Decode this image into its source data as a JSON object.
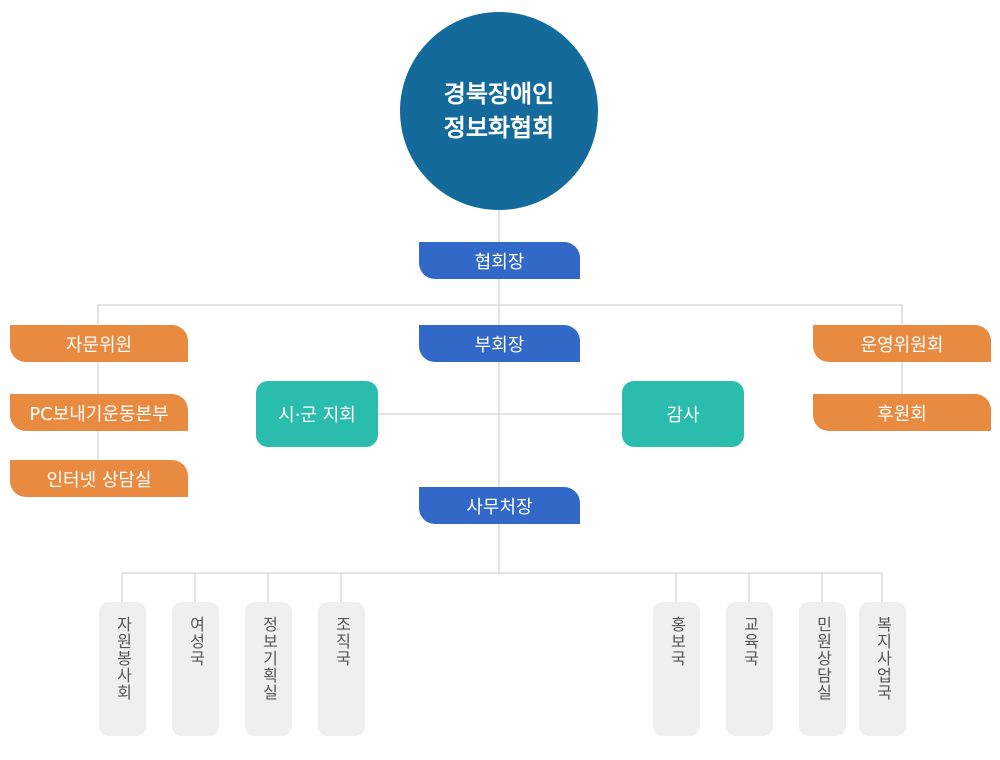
{
  "org": {
    "root_line1": "경북장애인",
    "root_line2": "정보화협회",
    "president": "협회장",
    "vice_president": "부회장",
    "secretary_general": "사무처장",
    "left_branch": [
      "자문위원",
      "PC보내기운동본부",
      "인터넷 상담실"
    ],
    "right_branch": [
      "운영위원회",
      "후원회"
    ],
    "branch_office": "시·군 지회",
    "audit": "감사",
    "departments": [
      "자원봉사회",
      "여성국",
      "정보기획실",
      "조직국",
      "홍보국",
      "교육국",
      "민원상담실",
      "복지사업국"
    ]
  },
  "colors": {
    "root": "#156a9c",
    "blue_box": "#3268c8",
    "orange_box": "#e88a40",
    "teal_box": "#2abdad",
    "dept_box": "#efefef",
    "line": "#c8c8c8"
  }
}
